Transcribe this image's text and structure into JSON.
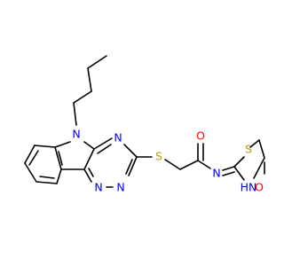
{
  "molecule": {
    "atoms": {
      "n_indole": "N",
      "n_triazine_top": "N",
      "n_triazine_bottom_left": "N",
      "n_triazine_bottom_right": "N",
      "s_thioether": "S",
      "o_amide": "O",
      "n_imine": "N",
      "s_thiazolidine": "S",
      "n_thiazolidine": "HN",
      "o_ketone": "O"
    },
    "colors": {
      "bond": "#000000",
      "nitrogen": "#0000ff",
      "sulfur": "#b2a200",
      "oxygen": "#ff0000"
    }
  }
}
